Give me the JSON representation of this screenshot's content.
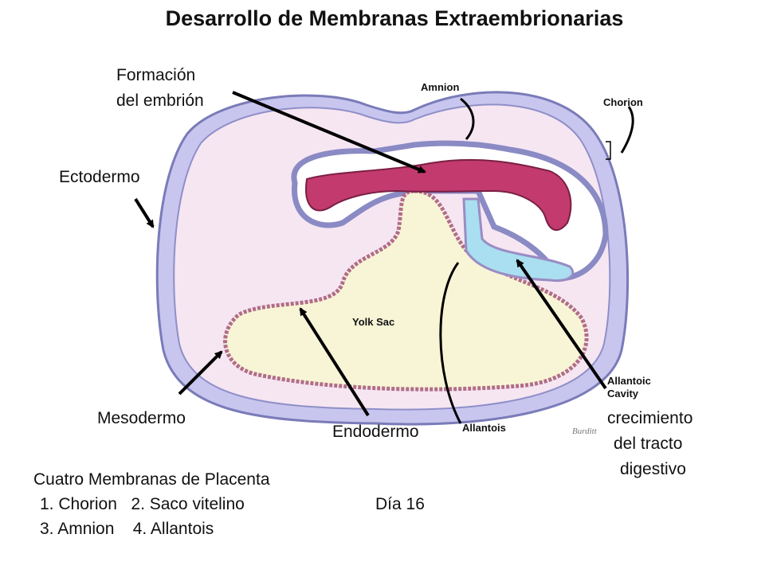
{
  "title": "Desarrollo de Membranas Extraembrionarias",
  "labels": {
    "formacion_line1": "Formación",
    "formacion_line2": "del embrión",
    "ectodermo": "Ectodermo",
    "mesodermo": "Mesodermo",
    "endodermo": "Endodermo",
    "crecimiento_line1": "crecimiento",
    "crecimiento_line2": "del tracto",
    "crecimiento_line3": "digestivo"
  },
  "diagram_labels": {
    "amnion": "Amnion",
    "chorion": "Chorion",
    "yolk_sac": "Yolk Sac",
    "allantoic_line1": "Allantoic",
    "allantoic_line2": "Cavity",
    "allantois": "Allantois",
    "signature": "Burditt"
  },
  "caption": {
    "heading": "Cuatro Membranas de Placenta",
    "line1": "1. Chorion   2. Saco vitelino",
    "day": "Día 16",
    "line2": "3. Amnion    4. Allantois"
  },
  "colors": {
    "chorion_outer": "#c8c6ee",
    "cavity": "#f6e6f2",
    "yolk": "#f8f5d6",
    "embryo": "#c23a6e",
    "allantois_fill": "#a9dff0",
    "endoderm_cells": "#c88aa0"
  }
}
